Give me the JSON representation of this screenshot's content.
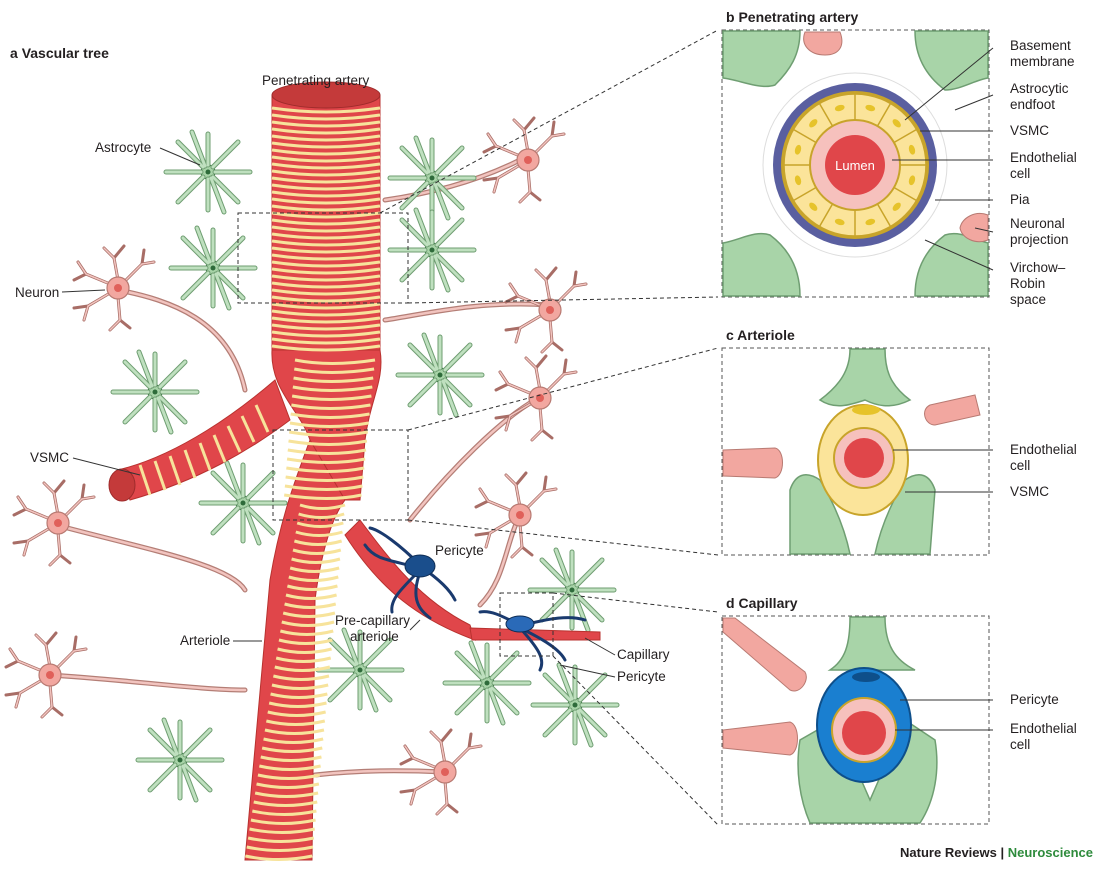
{
  "panels": {
    "a": {
      "letter": "a",
      "title": "Vascular tree"
    },
    "b": {
      "letter": "b",
      "title": "Penetrating artery"
    },
    "c": {
      "letter": "c",
      "title": "Arteriole"
    },
    "d": {
      "letter": "d",
      "title": "Capillary"
    }
  },
  "tree_labels": {
    "penetrating_artery": "Penetrating artery",
    "astrocyte": "Astrocyte",
    "neuron": "Neuron",
    "vsmc": "VSMC",
    "pericyte_top": "Pericyte",
    "precapillary_1": "Pre-capillary",
    "precapillary_2": "arteriole",
    "arteriole": "Arteriole",
    "capillary": "Capillary",
    "pericyte_bottom": "Pericyte"
  },
  "b_labels": {
    "basement_1": "Basement",
    "basement_2": "membrane",
    "astro_1": "Astrocytic",
    "astro_2": "endfoot",
    "vsmc": "VSMC",
    "endo_1": "Endothelial",
    "endo_2": "cell",
    "pia": "Pia",
    "neuronal_1": "Neuronal",
    "neuronal_2": "projection",
    "vr_1": "Virchow–",
    "vr_2": "Robin",
    "vr_3": "space",
    "lumen": "Lumen"
  },
  "c_labels": {
    "endo_1": "Endothelial",
    "endo_2": "cell",
    "vsmc": "VSMC"
  },
  "d_labels": {
    "pericyte": "Pericyte",
    "endo_1": "Endothelial",
    "endo_2": "cell"
  },
  "credit": {
    "journal": "Nature Reviews",
    "separator": " | ",
    "section": "Neuroscience"
  },
  "colors": {
    "vessel_red": "#e0464a",
    "vsmc_yellow": "#f7e39b",
    "astrocyte_green": "#a8d4a8",
    "neuron_pink": "#f2a7a0",
    "pericyte_blue": "#1a4e8c",
    "pia_purple": "#5a5fa0",
    "accent_green": "#2e8b3c"
  }
}
